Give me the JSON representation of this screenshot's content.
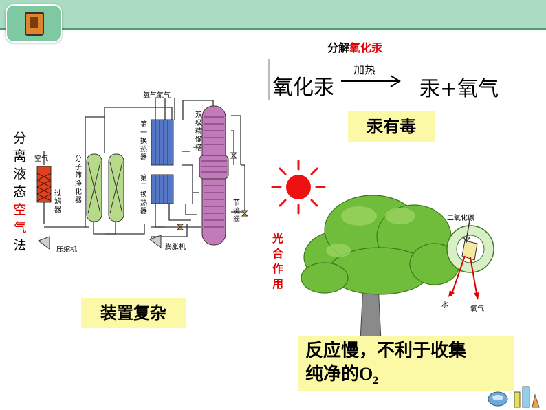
{
  "slide": {
    "title_prefix": "分解",
    "title_highlight": "氧化汞",
    "equation": {
      "reactant": "氧化汞",
      "condition": "加热",
      "products": "汞+氧气"
    },
    "note_toxic": "汞有毒",
    "left_method": [
      "分",
      "离",
      "液",
      "态",
      "空",
      "气",
      "法"
    ],
    "left_method_red_indices": [
      4,
      5
    ],
    "note_complex": "装置复杂",
    "photosynthesis": "光合作用",
    "note_slow_line1": "反应慢，不利于收集",
    "note_slow_line2": "纯净的",
    "note_slow_formula": "O",
    "note_slow_sub": "2"
  },
  "apparatus": {
    "air": "空气",
    "filter": "过滤器",
    "compressor": "压缩机",
    "sieve": "分子筛净化器",
    "oxygen_nitrogen": "氧气氮气",
    "exchanger1": "第一换热器",
    "exchanger2": "第二换热器",
    "expander": "膨胀机",
    "column": "双级精馏塔",
    "throttle": "节流阀"
  },
  "tree": {
    "co2": "二氧化碳",
    "water": "水",
    "oxygen": "氧气"
  },
  "colors": {
    "header_bg": "#a9dcc1",
    "note_bg": "#fbf8a6",
    "accent_red": "#e00000",
    "sun": "#ee1111"
  }
}
